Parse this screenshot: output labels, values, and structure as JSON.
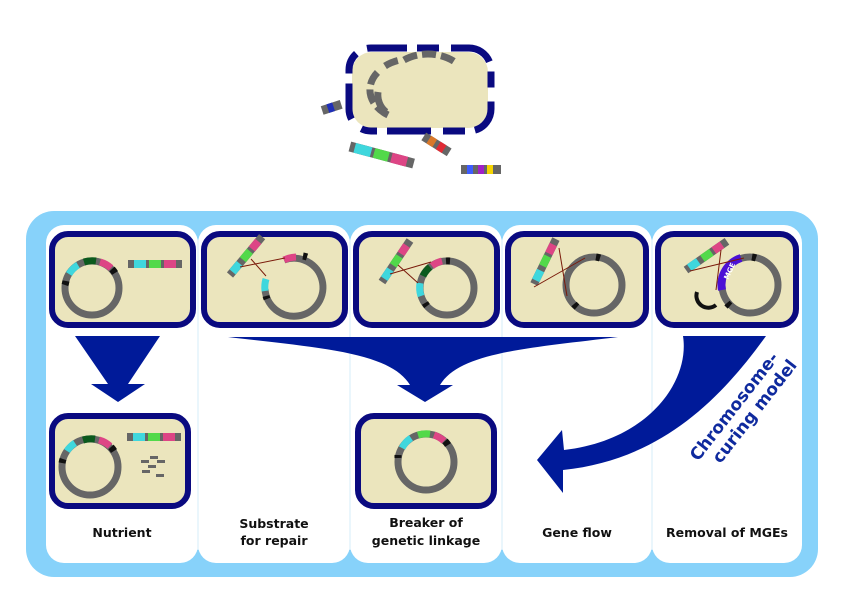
{
  "colors": {
    "cell_fill": "#ebe5bd",
    "cell_border": "#0a0a80",
    "outer_frame": "#87d2fa",
    "panel_bg": "#ffffff",
    "arrow": "#001a99",
    "dna_gray": "#666666",
    "marker_black": "#111111",
    "gene_cyan": "#3fd7dd",
    "gene_green": "#52d94a",
    "gene_pink": "#dd4585",
    "gene_darkgreen": "#0b5a1d",
    "gene_blue": "#1f2fb8",
    "gene_orange": "#d9782a",
    "gene_red": "#e02b35",
    "gene_lightblue": "#3d5cff",
    "gene_purple": "#a020c8",
    "gene_yellow": "#f5d400",
    "mge": "#4b10d6",
    "link_line": "#7a1a0a"
  },
  "panels": [
    {
      "id": "nutrient",
      "label_lines": [
        "Nutrient"
      ]
    },
    {
      "id": "repair",
      "label_lines": [
        "Substrate",
        "for repair"
      ]
    },
    {
      "id": "linkage",
      "label_lines": [
        "Breaker of",
        "genetic linkage"
      ]
    },
    {
      "id": "geneflow",
      "label_lines": [
        "Gene flow"
      ]
    },
    {
      "id": "mge-removal",
      "label_lines": [
        "Removal of MGEs"
      ]
    }
  ],
  "mge_label": "MGE",
  "curing_model_lines": [
    "Chromosome-",
    "curing model"
  ]
}
